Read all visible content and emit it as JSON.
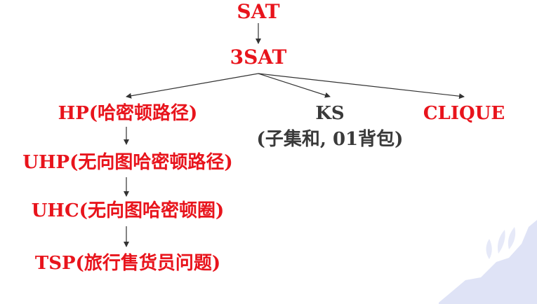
{
  "nodes": {
    "sat": "SAT",
    "three_sat": "3SAT",
    "hp": "HP(哈密顿路径)",
    "ks": "KS",
    "ks_sub": "(子集和, 01背包)",
    "clique": "CLIQUE",
    "uhp": "UHP(无向图哈密顿路径)",
    "uhc": "UHC(无向图哈密顿圈)",
    "tsp": "TSP(旅行售货员问题)"
  },
  "colors": {
    "red": "#e8141c",
    "dark": "#3a3a3a",
    "arrow": "#333333",
    "watermark": "#dfe3f6"
  }
}
